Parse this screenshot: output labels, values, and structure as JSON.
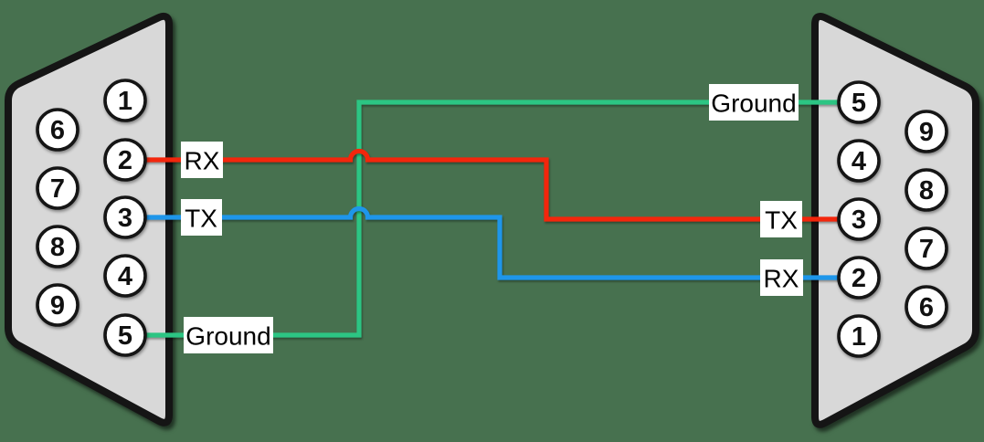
{
  "colors": {
    "background": "#47714f",
    "connector_fill": "#d8d8d8",
    "connector_border": "#151515",
    "pin_fill": "#ffffff",
    "pin_border": "#151515",
    "label_bg": "#ffffff",
    "label_text": "#000000",
    "wire_red": "#f3260c",
    "wire_blue": "#1e96ea",
    "wire_green": "#2cc583"
  },
  "connectors": {
    "left": {
      "pins": [
        "1",
        "2",
        "3",
        "4",
        "5",
        "6",
        "7",
        "8",
        "9"
      ]
    },
    "right": {
      "pins": [
        "1",
        "2",
        "3",
        "4",
        "5",
        "6",
        "7",
        "8",
        "9"
      ]
    }
  },
  "wires": {
    "ground": {
      "color": "#2cc583",
      "left_pin": "5",
      "left_label": "Ground",
      "right_pin": "5",
      "right_label": "Ground"
    },
    "red": {
      "color": "#f3260c",
      "left_pin": "2",
      "left_label": "RX",
      "right_pin": "3",
      "right_label": "TX"
    },
    "blue": {
      "color": "#1e96ea",
      "left_pin": "3",
      "left_label": "TX",
      "right_pin": "2",
      "right_label": "RX"
    }
  }
}
